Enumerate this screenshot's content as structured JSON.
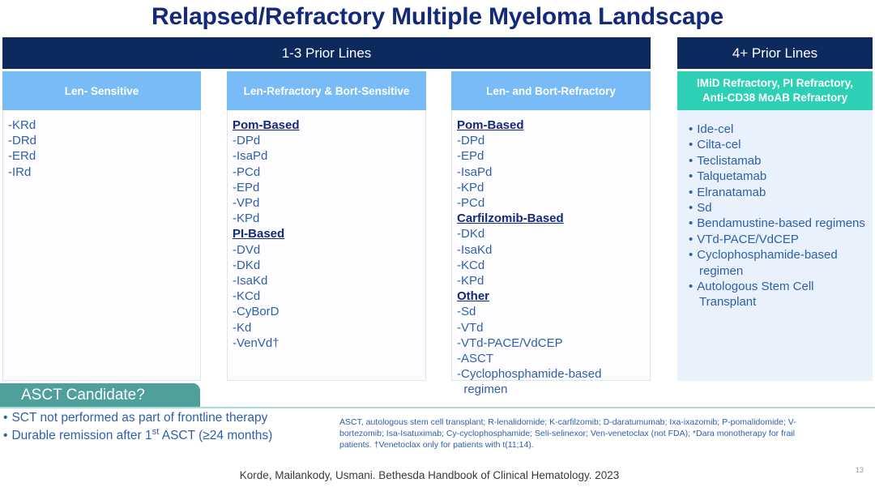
{
  "title": "Relapsed/Refractory Multiple Myeloma Landscape",
  "bands": {
    "left": "1-3 Prior Lines",
    "right": "4+ Prior Lines"
  },
  "columns": [
    {
      "header": "Len- Sensitive",
      "entries": [
        {
          "text": "-KRd",
          "group": false
        },
        {
          "text": "-DRd",
          "group": false
        },
        {
          "text": "-ERd",
          "group": false
        },
        {
          "text": "-IRd",
          "group": false
        }
      ]
    },
    {
      "header": "Len-Refractory & Bort-Sensitive",
      "entries": [
        {
          "text": "Pom-Based",
          "group": true
        },
        {
          "text": "-DPd",
          "group": false
        },
        {
          "text": "-IsaPd",
          "group": false
        },
        {
          "text": "-PCd",
          "group": false
        },
        {
          "text": "-EPd",
          "group": false
        },
        {
          "text": "-VPd",
          "group": false
        },
        {
          "text": "-KPd",
          "group": false
        },
        {
          "text": "PI-Based",
          "group": true
        },
        {
          "text": "-DVd",
          "group": false
        },
        {
          "text": "-DKd",
          "group": false
        },
        {
          "text": "-IsaKd",
          "group": false
        },
        {
          "text": "-KCd",
          "group": false
        },
        {
          "text": "-CyBorD",
          "group": false
        },
        {
          "text": "-Kd",
          "group": false
        },
        {
          "text": "-VenVd†",
          "group": false
        }
      ]
    },
    {
      "header": "Len- and Bort-Refractory",
      "entries": [
        {
          "text": "Pom-Based",
          "group": true
        },
        {
          "text": "-DPd",
          "group": false
        },
        {
          "text": "-EPd",
          "group": false
        },
        {
          "text": "-IsaPd",
          "group": false
        },
        {
          "text": "-KPd",
          "group": false
        },
        {
          "text": "-PCd",
          "group": false
        },
        {
          "text": "Carfilzomib-Based",
          "group": true
        },
        {
          "text": "-DKd",
          "group": false
        },
        {
          "text": "-IsaKd",
          "group": false
        },
        {
          "text": "-KCd",
          "group": false
        },
        {
          "text": "-KPd",
          "group": false
        },
        {
          "text": "Other",
          "group": true
        },
        {
          "text": "-Sd",
          "group": false
        },
        {
          "text": "-VTd",
          "group": false
        },
        {
          "text": "-VTd-PACE/VdCEP",
          "group": false
        },
        {
          "text": "-ASCT",
          "group": false
        },
        {
          "text": "-Cyclophosphamide-based\n  regimen",
          "group": false
        }
      ]
    }
  ],
  "column4": {
    "header_line1": "IMiD Refractory, PI Refractory,",
    "header_line2": "Anti-CD38 MoAB Refractory",
    "items": [
      "Ide-cel",
      "Cilta-cel",
      "Teclistamab",
      "Talquetamab",
      "Elranatamab",
      "Sd",
      "Bendamustine-based regimens",
      "VTd-PACE/VdCEP",
      "Cyclophosphamide-based regimen",
      "Autologous Stem Cell Transplant"
    ]
  },
  "asct": {
    "banner": "ASCT Candidate?",
    "items": [
      "SCT not performed as part of frontline therapy",
      "Durable remission after 1st ASCT (≥24 months)"
    ]
  },
  "footnote": "ASCT, autologous stem cell transplant; R-lenalidomide; K-carfilzomib; D-daratumumab; Ixa-ixazomib; P-pomalidomide; V-bortezomib; Isa-Isatuximab; Cy-cyclophosphamide; Seli-selinexor; Ven-venetoclax (not FDA);  *Dara monotherapy for frail patients. †Venetoclax only for patients with t(11;14).",
  "citation": "Korde, Mailankody, Usmani. Bethesda Handbook of Clinical Hematology. 2023",
  "page_number": "13",
  "colors": {
    "navy_band": "#0d2a5e",
    "light_blue_header": "#79bbf7",
    "green_header": "#2ed0b5",
    "teal_banner": "#4fa09b",
    "body_text_blue": "#2e5faa",
    "group_text_navy": "#14297c",
    "title_navy": "#15297c",
    "col4_body": "#e9f1fc"
  }
}
